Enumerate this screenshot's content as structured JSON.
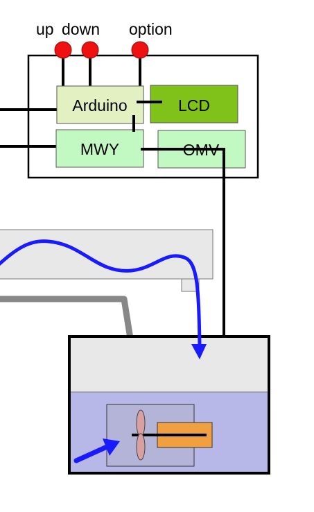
{
  "buttons": {
    "up": "up",
    "down": "down",
    "option": "option"
  },
  "controller": {
    "arduino": "Arduino",
    "lcd": "LCD",
    "mwy": "MWY",
    "omv": "OMV"
  },
  "colors": {
    "button_red": "#ee1111",
    "arduino_fill": "#e2f0c2",
    "lcd_fill": "#80c21a",
    "mwy_fill": "#c2f9c2",
    "omv_fill": "#c2f9c2",
    "water_blue": "#b8b8e8",
    "tank_air": "#e8e8e8",
    "channel_fill": "#e8e8e8",
    "flow_arrow": "#1a1aff",
    "hose_gray": "#888888",
    "actuator_orange": "#f0a040",
    "propeller_pink": "#d8a0a0"
  },
  "icons": {
    "flow": "arrow-icon",
    "propeller": "propeller-icon"
  }
}
